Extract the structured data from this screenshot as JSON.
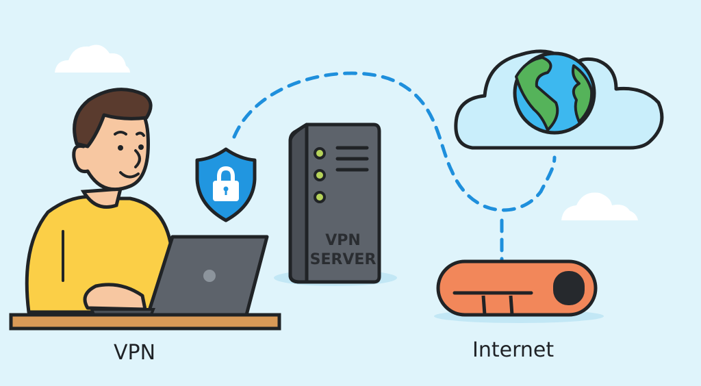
{
  "diagram": {
    "title": "VPN connection illustration",
    "labels": {
      "vpn": "VPN",
      "internet": "Internet",
      "server_line1": "VPN",
      "server_line2": "SERVER"
    },
    "nodes": [
      {
        "id": "user",
        "description": "Person using a laptop at a desk"
      },
      {
        "id": "shield",
        "description": "Security shield with padlock"
      },
      {
        "id": "vpn-server",
        "description": "VPN server tower"
      },
      {
        "id": "internet-cloud",
        "description": "Cloud containing a globe"
      },
      {
        "id": "router",
        "description": "Modem/router device"
      }
    ],
    "connections": [
      {
        "from": "shield",
        "to": "internet-cloud",
        "style": "dashed"
      },
      {
        "from": "internet-cloud",
        "to": "router",
        "style": "dashed"
      }
    ],
    "colors": {
      "background": "#dff4fb",
      "connection": "#1e8fdc",
      "shield": "#2196e0",
      "server": "#5d636b",
      "router": "#f2875a",
      "shirt": "#fbcf47",
      "globe_ocean": "#3db8ef",
      "globe_land": "#55b35a"
    }
  }
}
